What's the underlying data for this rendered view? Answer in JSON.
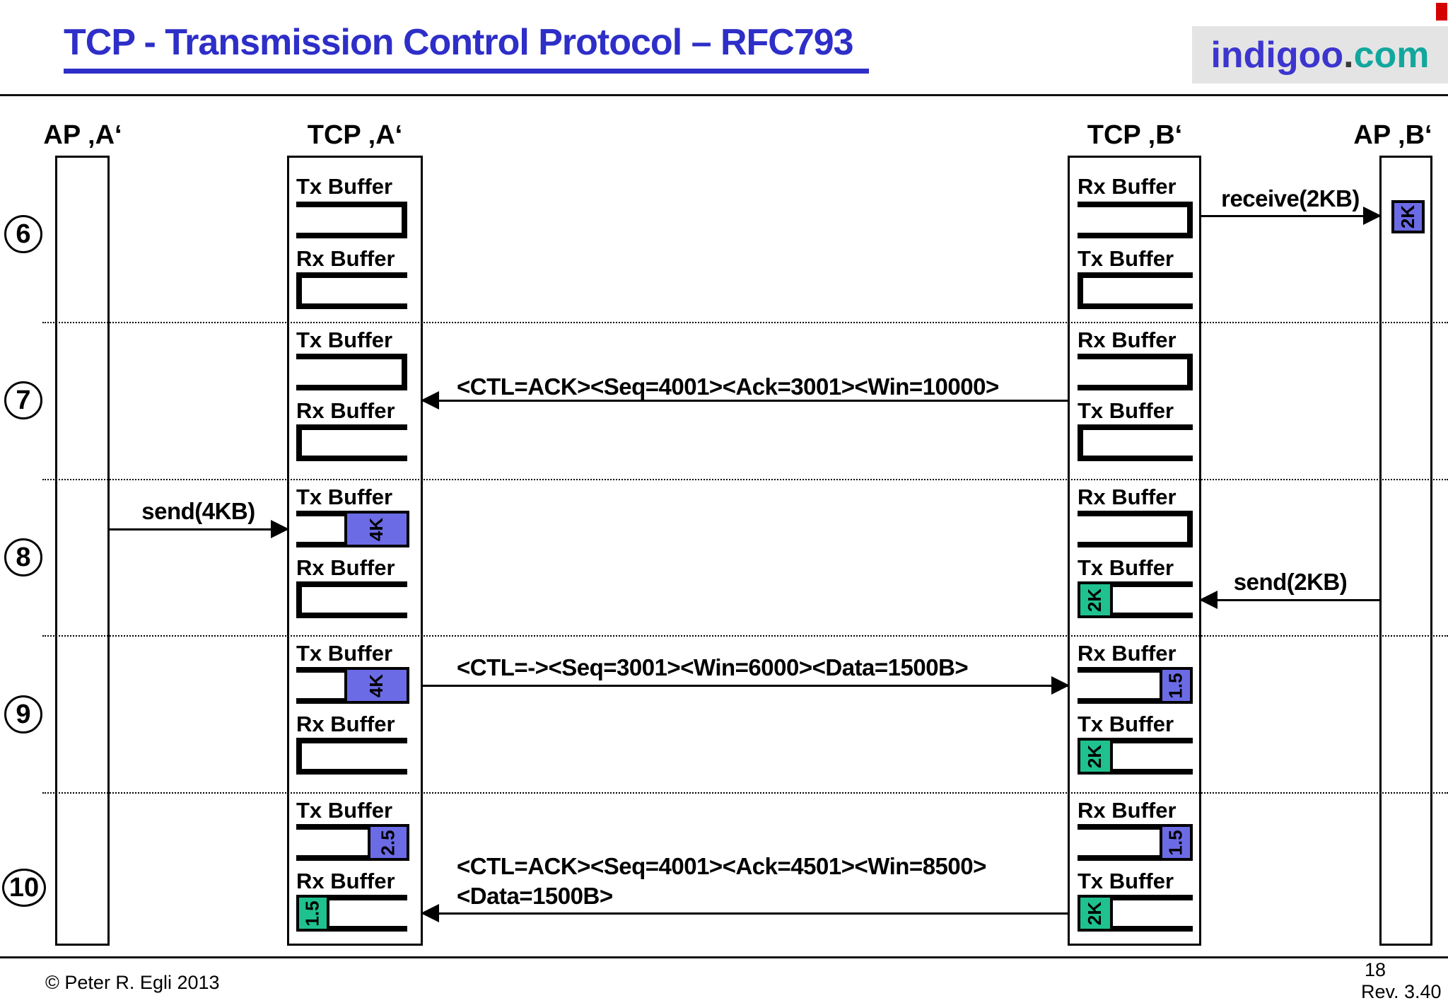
{
  "title": "TCP - Transmission Control Protocol – RFC793",
  "logo": {
    "name": "indigoo",
    "dot": ".",
    "tld": "com"
  },
  "colors": {
    "title_blue": "#2E2EC8",
    "logo_indigo": "#3C35CF",
    "logo_teal": "#12A79D",
    "logo_bg": "#E4E4E4",
    "fill_blue": "#6B6BE6",
    "fill_green": "#1FC18E",
    "corner_red": "#D40000"
  },
  "columns": {
    "ap_a": "AP ‚A‘",
    "tcp_a": "TCP ‚A‘",
    "tcp_b": "TCP ‚B‘",
    "ap_b": "AP ‚B‘"
  },
  "rows": [
    {
      "step": "6",
      "tcp_a": {
        "top_label": "Tx Buffer",
        "bottom_label": "Rx Buffer"
      },
      "tcp_b": {
        "top_label": "Rx Buffer",
        "bottom_label": "Tx Buffer"
      },
      "ap_b_fill": "2K",
      "msg1": "receive(2KB)"
    },
    {
      "step": "7",
      "tcp_a": {
        "top_label": "Tx Buffer",
        "bottom_label": "Rx Buffer"
      },
      "tcp_b": {
        "top_label": "Rx Buffer",
        "bottom_label": "Tx Buffer"
      },
      "msg1": "<CTL=ACK><Seq=4001><Ack=3001><Win=10000>"
    },
    {
      "step": "8",
      "tcp_a": {
        "top_label": "Tx Buffer",
        "bottom_label": "Rx Buffer",
        "top_fill": "4K"
      },
      "tcp_b": {
        "top_label": "Rx Buffer",
        "bottom_label": "Tx Buffer",
        "bottom_fill": "2K"
      },
      "msg1": "send(4KB)",
      "msg2": "send(2KB)"
    },
    {
      "step": "9",
      "tcp_a": {
        "top_label": "Tx Buffer",
        "bottom_label": "Rx Buffer",
        "top_fill": "4K"
      },
      "tcp_b": {
        "top_label": "Rx Buffer",
        "bottom_label": "Tx Buffer",
        "top_fill": "1.5",
        "bottom_fill": "2K"
      },
      "msg1": "<CTL=-><Seq=3001><Win=6000><Data=1500B>"
    },
    {
      "step": "10",
      "tcp_a": {
        "top_label": "Tx Buffer",
        "bottom_label": "Rx Buffer",
        "top_fill": "2.5",
        "bottom_fill": "1.5"
      },
      "tcp_b": {
        "top_label": "Rx Buffer",
        "bottom_label": "Tx Buffer",
        "top_fill": "1.5",
        "bottom_fill": "2K"
      },
      "msg1_line1": "<CTL=ACK><Seq=4001><Ack=4501><Win=8500>",
      "msg1_line2": "<Data=1500B>"
    }
  ],
  "footer": {
    "copyright": "© Peter R. Egli 2013",
    "page": "18",
    "revision": "Rev. 3.40"
  }
}
